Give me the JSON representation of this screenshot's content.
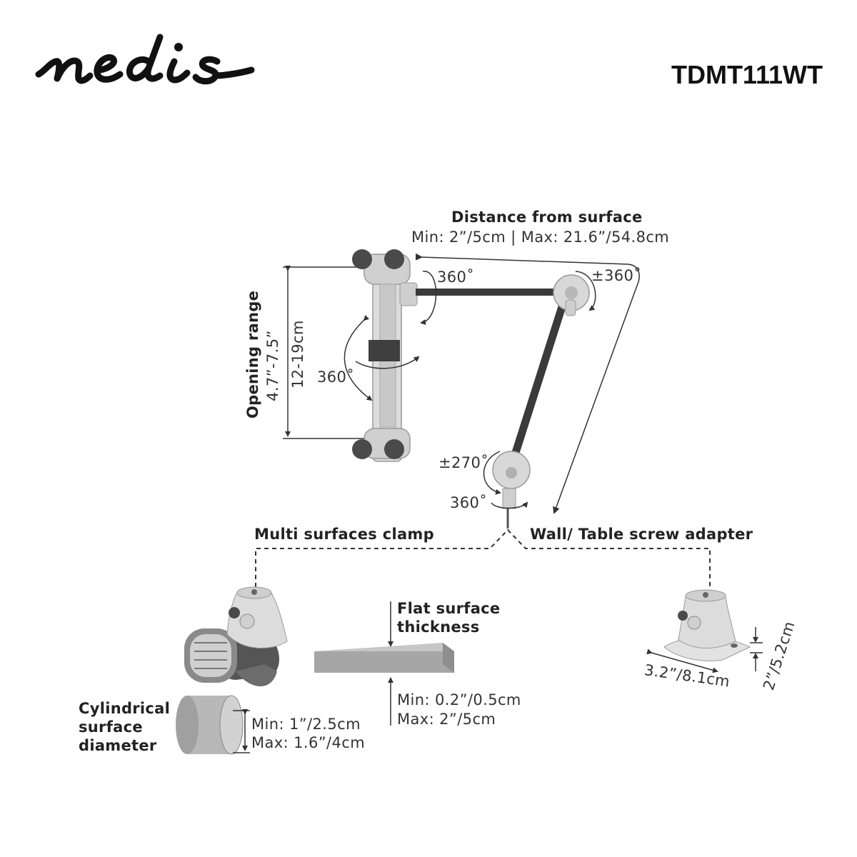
{
  "brand": {
    "logo_text": "nedis",
    "model": "TDMT111WT"
  },
  "distance": {
    "title": "Distance from surface",
    "range": "Min: 2”/5cm | Max: 21.6”/54.8cm"
  },
  "opening": {
    "title": "Opening range",
    "inch": "4.7”-7.5”",
    "cm": "12-19cm"
  },
  "rotations": {
    "holder_top": "360˚",
    "holder_middle": "360˚",
    "elbow": "±360˚",
    "base_joint": "±270˚",
    "base_swivel": "360˚"
  },
  "mounts": {
    "clamp_label": "Multi surfaces clamp",
    "screw_label": "Wall/ Table screw adapter"
  },
  "flat": {
    "title_line1": "Flat surface",
    "title_line2": "thickness",
    "min": "Min: 0.2”/0.5cm",
    "max": "Max: 2”/5cm"
  },
  "cylinder": {
    "title_line1": "Cylindrical",
    "title_line2": "surface",
    "title_line3": "diameter",
    "min": "Min: 1”/2.5cm",
    "max": "Max: 1.6”/4cm"
  },
  "adapter": {
    "width": "3.2”/8.1cm",
    "height": "2”/5.2cm"
  },
  "colors": {
    "part_light": "#d9d9d9",
    "part_mid": "#bdbdbd",
    "knob_dark": "#4a4a4a",
    "rod": "#3a3a3a",
    "line": "#333333",
    "block": "#a6a6a6"
  }
}
